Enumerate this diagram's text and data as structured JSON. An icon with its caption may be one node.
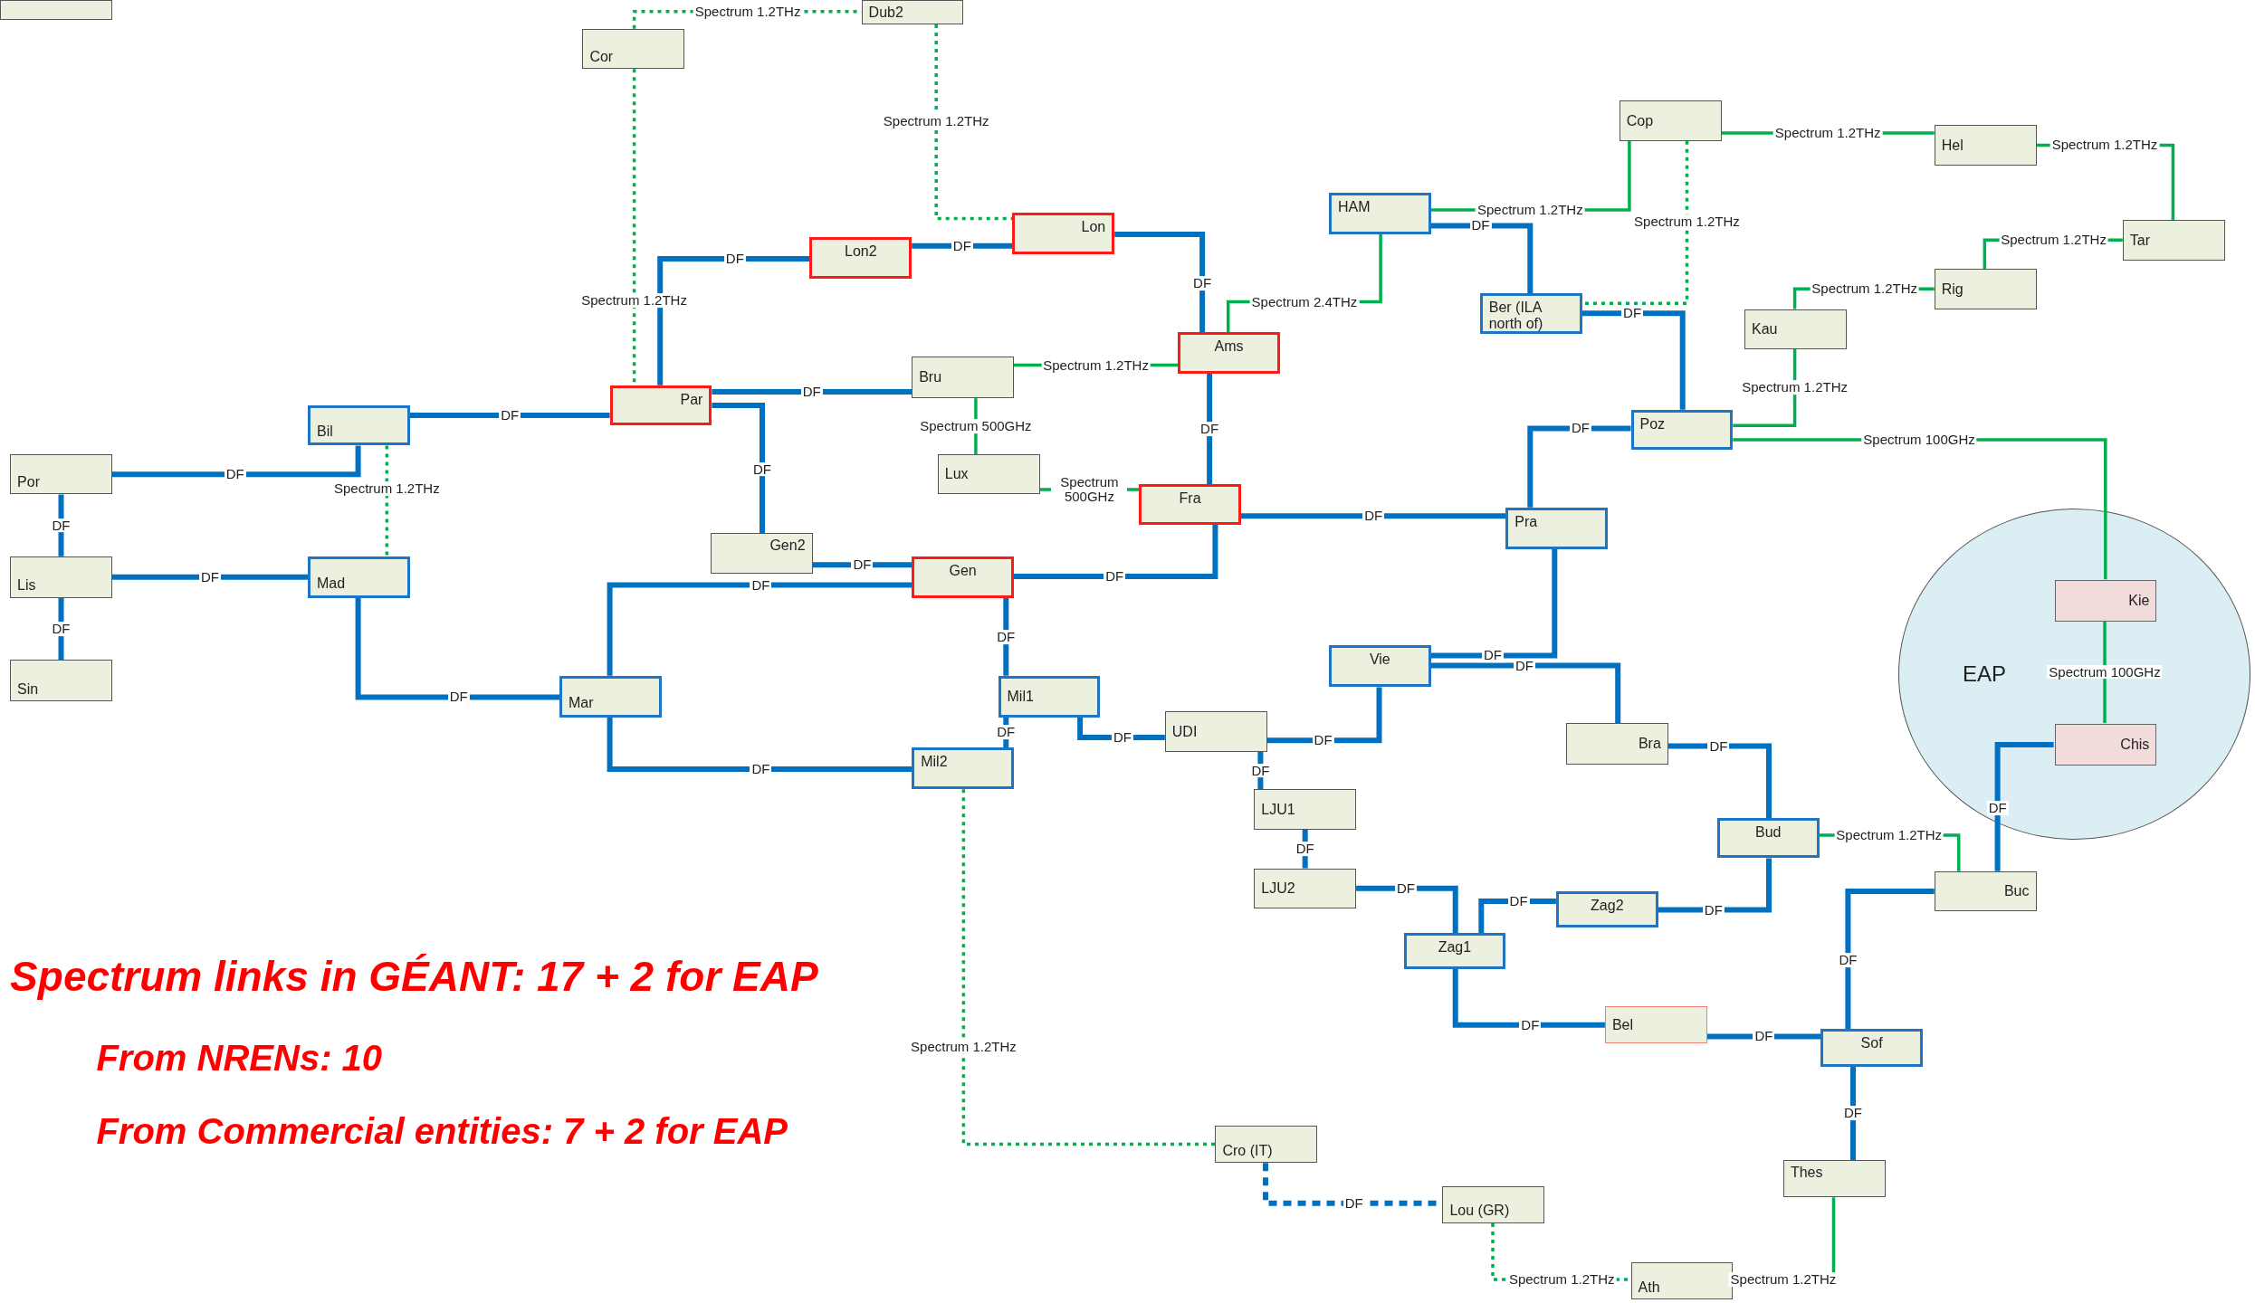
{
  "diagram": {
    "nodes": [
      {
        "text": [],
        "shape": "box"
      },
      {
        "text": [
          "Cor"
        ]
      },
      {
        "text": [
          "Dub2"
        ]
      },
      {
        "text": [
          "Lon2"
        ]
      },
      {
        "text": [
          "Lon"
        ]
      },
      {
        "text": [
          "HAM"
        ]
      },
      {
        "text": [
          "Cop"
        ]
      },
      {
        "text": [
          "Hel"
        ]
      },
      {
        "text": [
          "Tar"
        ]
      },
      {
        "text": [
          "Ber (ILA north of)"
        ]
      },
      {
        "text": [
          "Ams"
        ]
      },
      {
        "text": [
          "Rig"
        ]
      },
      {
        "text": [
          "Kau"
        ]
      },
      {
        "text": [
          "Bru"
        ]
      },
      {
        "text": [
          "Bil"
        ]
      },
      {
        "text": [
          "Par"
        ]
      },
      {
        "text": [
          "Poz"
        ]
      },
      {
        "text": [
          "Por"
        ]
      },
      {
        "text": [
          "Lux"
        ]
      },
      {
        "text": [
          "Fra"
        ]
      },
      {
        "text": [
          "Pra"
        ]
      },
      {
        "text": [
          "EAP"
        ]
      },
      {
        "text": [
          "Kie"
        ],
        "in": 21
      },
      {
        "text": [
          "Chis"
        ],
        "in": 21
      },
      {
        "text": [
          "Lis"
        ]
      },
      {
        "text": [
          "Mad"
        ]
      },
      {
        "text": [
          "Gen2"
        ]
      },
      {
        "text": [
          "Gen"
        ]
      },
      {
        "text": [
          "Vie"
        ]
      },
      {
        "text": [
          "Sin"
        ]
      },
      {
        "text": [
          "Mar"
        ]
      },
      {
        "text": [
          "Mil1"
        ]
      },
      {
        "text": [
          "UDI"
        ]
      },
      {
        "text": [
          "Bra"
        ]
      },
      {
        "text": [
          "Mil2"
        ]
      },
      {
        "text": [
          "LJU1"
        ]
      },
      {
        "text": [
          "Bud"
        ]
      },
      {
        "text": [
          "LJU2"
        ]
      },
      {
        "text": [
          "Buc"
        ]
      },
      {
        "text": [
          "Zag2"
        ]
      },
      {
        "text": [
          "Zag1"
        ]
      },
      {
        "text": [
          "Bel"
        ]
      },
      {
        "text": [
          "Sof"
        ]
      },
      {
        "text": [
          "Cro (IT)"
        ]
      },
      {
        "text": [
          "Thes"
        ]
      },
      {
        "text": [
          "Lou (GR)"
        ]
      },
      {
        "text": [
          "Ath"
        ]
      }
    ],
    "edges": [
      {
        "from": 1,
        "to": 2,
        "arrow": "none",
        "label": "Spectrum 1.2THz",
        "style": "dashed",
        "color": "#00b050"
      },
      {
        "from": 1,
        "to": 15,
        "arrow": "none",
        "label": "Spectrum 1.2THz",
        "style": "dashed",
        "color": "#00b050"
      },
      {
        "from": 2,
        "to": 4,
        "arrow": "none",
        "label": "Spectrum 1.2THz",
        "style": "dashed",
        "color": "#00b050"
      },
      {
        "from": 3,
        "to": 4,
        "arrow": "none",
        "label": "DF"
      },
      {
        "from": 15,
        "to": 3,
        "arrow": "none",
        "label": "DF"
      },
      {
        "from": 4,
        "to": 10,
        "arrow": "none",
        "label": "DF"
      },
      {
        "from": 5,
        "to": 6,
        "arrow": "none",
        "label": "Spectrum 1.2THz",
        "color": "#00b050"
      },
      {
        "from": 5,
        "to": 9,
        "arrow": "none",
        "label": "DF"
      },
      {
        "from": 5,
        "to": 10,
        "arrow": "none",
        "label": "Spectrum 2.4THz",
        "color": "#00b050"
      },
      {
        "from": 6,
        "to": 7,
        "arrow": "none",
        "label": "Spectrum 1.2THz",
        "color": "#00b050"
      },
      {
        "from": 6,
        "to": 9,
        "arrow": "none",
        "label": "Spectrum 1.2THz",
        "style": "dashed",
        "color": "#00b050"
      },
      {
        "from": 7,
        "to": 8,
        "arrow": "none",
        "label": "Spectrum 1.2THz",
        "color": "#00b050"
      },
      {
        "from": 11,
        "to": 8,
        "arrow": "none",
        "label": "Spectrum 1.2THz",
        "color": "#00b050"
      },
      {
        "from": 12,
        "to": 11,
        "arrow": "none",
        "label": "Spectrum 1.2THz",
        "color": "#00b050"
      },
      {
        "from": 9,
        "to": 16,
        "arrow": "none",
        "label": "DF"
      },
      {
        "from": 13,
        "to": 10,
        "arrow": "none",
        "label": "Spectrum 1.2THz",
        "color": "#00b050"
      },
      {
        "from": 10,
        "to": 19,
        "arrow": "none",
        "label": "DF"
      },
      {
        "from": 14,
        "to": 15,
        "arrow": "none",
        "label": "DF"
      },
      {
        "from": 15,
        "to": 13,
        "arrow": "none",
        "label": "DF"
      },
      {
        "from": 15,
        "to": 26,
        "arrow": "none",
        "label": "DF"
      },
      {
        "from": 13,
        "to": 18,
        "arrow": "none",
        "label": "Spectrum 500GHz",
        "color": "#00b050"
      },
      {
        "from": 18,
        "to": 19,
        "arrow": "none",
        "label": "Spectrum 500GHz",
        "color": "#00b050"
      },
      {
        "from": 16,
        "to": 12,
        "arrow": "none",
        "label": "Spectrum 1.2THz",
        "color": "#00b050"
      },
      {
        "from": 16,
        "to": 22,
        "arrow": "none",
        "label": "Spectrum 100GHz",
        "color": "#00b050"
      },
      {
        "from": 16,
        "to": 20,
        "arrow": "none",
        "label": "DF"
      },
      {
        "from": 17,
        "to": 14,
        "arrow": "none",
        "label": "DF"
      },
      {
        "from": 14,
        "to": 25,
        "arrow": "none",
        "label": "Spectrum 1.2THz",
        "style": "dashed",
        "color": "#00b050"
      },
      {
        "from": 17,
        "to": 24,
        "arrow": "none",
        "label": "DF"
      },
      {
        "from": 24,
        "to": 29,
        "arrow": "none",
        "label": "DF"
      },
      {
        "from": 24,
        "to": 25,
        "arrow": "none",
        "label": "DF"
      },
      {
        "from": 19,
        "to": 20,
        "arrow": "none",
        "label": "DF"
      },
      {
        "from": 22,
        "to": 23,
        "arrow": "none",
        "label": "Spectrum 100GHz",
        "color": "#00b050"
      },
      {
        "from": 25,
        "to": 30,
        "arrow": "none",
        "label": "DF"
      },
      {
        "from": 26,
        "to": 27,
        "arrow": "none",
        "label": "DF"
      },
      {
        "from": 30,
        "to": 27,
        "arrow": "none",
        "label": "DF"
      },
      {
        "from": 27,
        "to": 19,
        "arrow": "none",
        "label": "DF"
      },
      {
        "from": 27,
        "to": 31,
        "arrow": "none",
        "label": "DF"
      },
      {
        "from": 31,
        "to": 34,
        "arrow": "none",
        "label": "DF"
      },
      {
        "from": 30,
        "to": 34,
        "arrow": "none",
        "label": "DF"
      },
      {
        "from": 31,
        "to": 32,
        "arrow": "none",
        "label": "DF"
      },
      {
        "from": 32,
        "to": 28,
        "arrow": "none",
        "label": "DF"
      },
      {
        "from": 20,
        "to": 28,
        "arrow": "none",
        "label": "DF"
      },
      {
        "from": 28,
        "to": 33,
        "arrow": "none",
        "label": "DF"
      },
      {
        "from": 32,
        "to": 35,
        "arrow": "none",
        "label": "DF"
      },
      {
        "from": 35,
        "to": 37,
        "arrow": "none",
        "label": "DF"
      },
      {
        "from": 33,
        "to": 36,
        "arrow": "none",
        "label": "DF"
      },
      {
        "from": 36,
        "to": 38,
        "arrow": "none",
        "label": "Spectrum 1.2THz",
        "color": "#00b050"
      },
      {
        "from": 23,
        "to": 38,
        "arrow": "none",
        "label": "DF"
      },
      {
        "from": 37,
        "to": 40,
        "arrow": "none",
        "label": "DF"
      },
      {
        "from": 40,
        "to": 39,
        "arrow": "none",
        "label": "DF"
      },
      {
        "from": 39,
        "to": 36,
        "arrow": "none",
        "label": "DF"
      },
      {
        "from": 40,
        "to": 41,
        "arrow": "none",
        "label": "DF"
      },
      {
        "from": 41,
        "to": 42,
        "arrow": "none",
        "label": "DF"
      },
      {
        "from": 38,
        "to": 42,
        "arrow": "none",
        "label": "DF"
      },
      {
        "from": 42,
        "to": 44,
        "arrow": "none",
        "label": "DF"
      },
      {
        "from": 34,
        "to": 43,
        "arrow": "none",
        "label": "Spectrum 1.2THz",
        "style": "dashed",
        "color": "#00b050"
      },
      {
        "from": 43,
        "to": 45,
        "arrow": "none",
        "label": "DF",
        "style": "dashed"
      },
      {
        "from": 44,
        "to": 46,
        "arrow": "none",
        "label": "Spectrum 1.2THz",
        "color": "#00b050"
      },
      {
        "from": 45,
        "to": 46,
        "arrow": "none",
        "label": "Spectrum 1.2THz",
        "style": "dashed",
        "color": "#00b050"
      }
    ],
    "labels": [
      "Spectrum links in GÉANT: 17 + 2 for EAP",
      "From NRENs: 10",
      "From Commercial entities: 7 + 2 for EAP"
    ]
  }
}
